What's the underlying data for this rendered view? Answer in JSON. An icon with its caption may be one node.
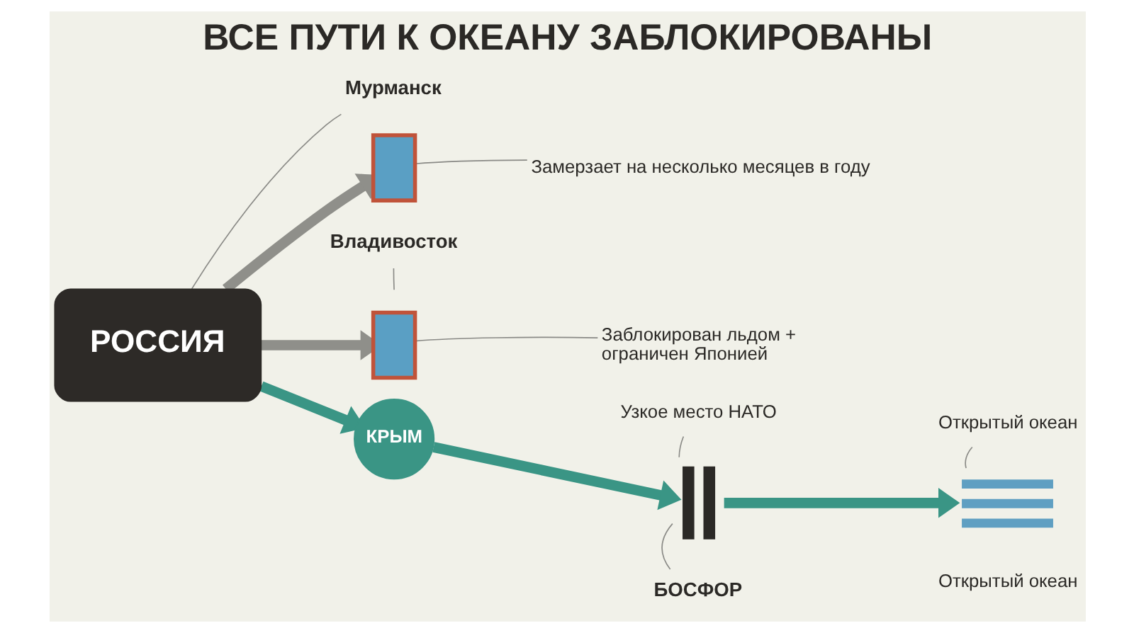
{
  "diagram": {
    "title": "ВСЕ ПУТИ К ОКЕАНУ ЗАБЛОКИРОВАНЫ",
    "nodes": [
      {
        "text": [
          "РОССИЯ"
        ]
      },
      {
        "text": [
          "Мурманск"
        ]
      },
      {
        "text": [],
        "shape": "box"
      },
      {
        "text": [
          "Замерзает на несколько месяцев в году"
        ]
      },
      {
        "text": [
          "Владивосток"
        ]
      },
      {
        "text": [],
        "shape": "box"
      },
      {
        "text": [
          "Заблокирован льдом + ограничен Японией"
        ]
      },
      {
        "text": [
          "КРЫМ"
        ]
      },
      {
        "text": [
          "Узкое место НАТО"
        ]
      },
      {
        "text": [
          "Открытый океан"
        ]
      },
      {
        "text": [],
        "shape": "bar"
      },
      {
        "text": [],
        "shape": "picture",
        "beside": [
          "Открытый океан"
        ]
      },
      {
        "text": [
          "БОСФОР"
        ]
      }
    ],
    "edges": [
      {
        "from": 0,
        "to": 2,
        "arrow": "to",
        "style": "thick",
        "color": "#8f8f8a"
      },
      {
        "from": 0,
        "to": 5,
        "arrow": "to",
        "style": "thick",
        "color": "#8f8f8a"
      },
      {
        "from": 0,
        "to": 7,
        "arrow": "to",
        "style": "thick",
        "color": "#3a9585"
      },
      {
        "from": 7,
        "to": 10,
        "arrow": "to",
        "style": "thick",
        "color": "#3a9585"
      },
      {
        "from": 10,
        "to": 11,
        "arrow": "to",
        "style": "thick",
        "color": "#3a9585"
      },
      {
        "from": 1,
        "to": 0,
        "arrow": "none"
      },
      {
        "from": 3,
        "to": 2,
        "arrow": "none"
      },
      {
        "from": 4,
        "to": null,
        "arrow": "none"
      },
      {
        "from": 6,
        "to": 5,
        "arrow": "none"
      },
      {
        "from": 8,
        "to": 10,
        "arrow": "none"
      },
      {
        "from": 9,
        "to": 11,
        "arrow": "none"
      },
      {
        "from": 12,
        "to": 10,
        "arrow": "none"
      }
    ]
  }
}
